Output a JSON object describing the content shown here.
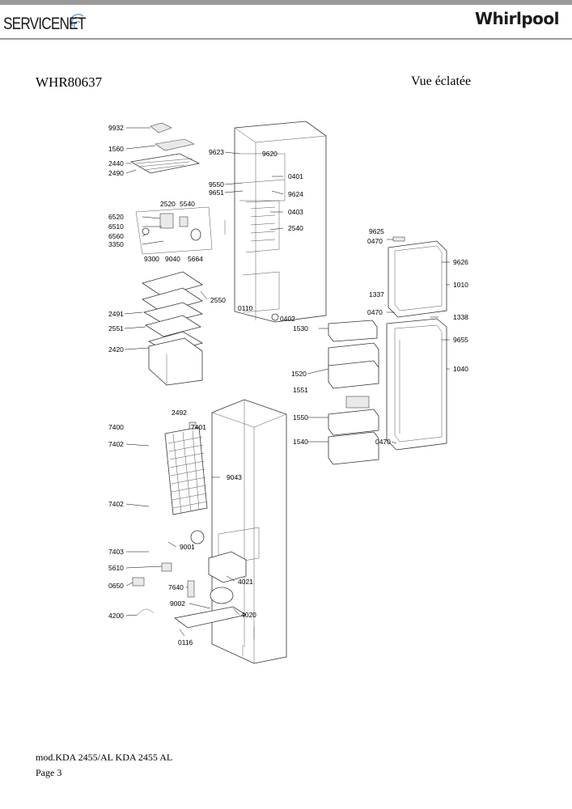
{
  "header": {
    "servicenet_logo": "SERVICENET",
    "brand_logo": "Whirlpool"
  },
  "title": {
    "model": "WHR80637",
    "view": "Vue éclatée"
  },
  "diagram": {
    "labels": {
      "l9932": "9932",
      "l1560": "1560",
      "l2440": "2440",
      "l2490": "2490",
      "l9623": "9623",
      "l9620": "9620",
      "l0401": "0401",
      "l9550": "9550",
      "l9651": "9651",
      "l9624": "9624",
      "l2520": "2520",
      "l5540": "5540",
      "l6520": "6520",
      "l6510": "6510",
      "l6560": "6560",
      "l3350": "3350",
      "l0403": "0403",
      "l2540": "2540",
      "l9300": "9300",
      "l9040": "9040",
      "l5664": "5664",
      "l9625": "9625",
      "l0470a": "0470",
      "l9626": "9626",
      "l1010": "1010",
      "l1337": "1337",
      "l0470b": "0470",
      "l1338": "1338",
      "l2550": "2550",
      "l2491": "2491",
      "l0110": "0110",
      "l0402": "0402",
      "l1530": "1530",
      "l2551": "2551",
      "l9655": "9655",
      "l2420": "2420",
      "l1040": "1040",
      "l1520": "1520",
      "l1551": "1551",
      "l2492": "2492",
      "l1550": "1550",
      "l7400": "7400",
      "l7401": "7401",
      "l1540": "1540",
      "l0470c": "0470",
      "l7402a": "7402",
      "l9043": "9043",
      "l7402b": "7402",
      "l9001": "9001",
      "l7403": "7403",
      "l5610": "5610",
      "l4021": "4021",
      "l0650": "0650",
      "l7640": "7640",
      "l9002": "9002",
      "l4020": "4020",
      "l4200": "4200",
      "l0116": "0116"
    }
  },
  "footer": {
    "model_line": "mod.KDA 2455/AL KDA 2455 AL",
    "page": "Page 3"
  }
}
